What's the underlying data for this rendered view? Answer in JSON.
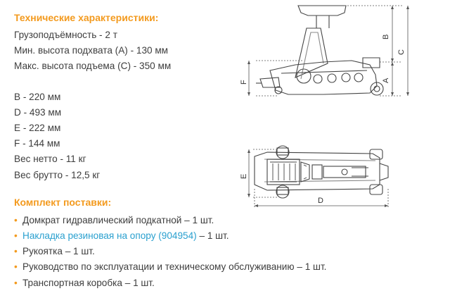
{
  "specs": {
    "heading": "Технические характеристики:",
    "lines": [
      "Грузоподъёмность - 2 т",
      "Мин. высота подхвата (А) - 130 мм",
      "Макс. высота подъема (С) - 350 мм"
    ],
    "dims": [
      "B - 220 мм",
      "D - 493 мм",
      "E - 222 мм",
      "F - 144 мм",
      "Вес нетто - 11 кг",
      "Вес брутто - 12,5 кг"
    ]
  },
  "kit": {
    "heading": "Комплект поставки:",
    "bullet": "•",
    "items": [
      {
        "text": "Домкрат гидравлический подкатной – 1 шт."
      },
      {
        "link": "Накладка резиновая на опору (904954)",
        "after": " – 1 шт."
      },
      {
        "text": "Рукоятка – 1 шт."
      },
      {
        "text": "Руководство по эксплуатации и техническому обслуживанию – 1 шт."
      },
      {
        "text": "Транспортная коробка – 1 шт."
      }
    ]
  },
  "drawing": {
    "labels": {
      "a": "A",
      "b": "B",
      "c": "C",
      "d": "D",
      "e": "E",
      "f": "F"
    }
  },
  "colors": {
    "accent": "#f39a1e",
    "link": "#2aa0cf",
    "text": "#3d3d3d"
  }
}
